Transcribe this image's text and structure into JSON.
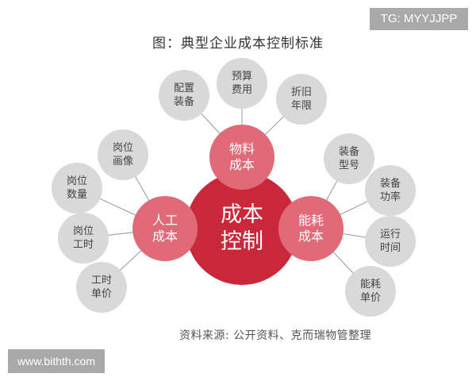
{
  "watermarks": {
    "top_right": "TG: MYYJJPP",
    "bottom_left": "www.bithth.com"
  },
  "title": "图：典型企业成本控制标准",
  "source": "资料来源: 公开资料、克而瑞物管整理",
  "colors": {
    "core": "#c8283a",
    "mid": "#e16a79",
    "leaf": "#d9d9d9",
    "connector": "#999999"
  },
  "core": {
    "line1": "成本",
    "line2": "控制"
  },
  "branches": {
    "material": {
      "line1": "物料",
      "line2": "成本",
      "leaves": [
        {
          "line1": "配置",
          "line2": "装备"
        },
        {
          "line1": "预算",
          "line2": "费用"
        },
        {
          "line1": "折旧",
          "line2": "年限"
        }
      ]
    },
    "labor": {
      "line1": "人工",
      "line2": "成本",
      "leaves": [
        {
          "line1": "岗位",
          "line2": "画像"
        },
        {
          "line1": "岗位",
          "line2": "数量"
        },
        {
          "line1": "岗位",
          "line2": "工时"
        },
        {
          "line1": "工时",
          "line2": "单价"
        }
      ]
    },
    "energy": {
      "line1": "能耗",
      "line2": "成本",
      "leaves": [
        {
          "line1": "装备",
          "line2": "型号"
        },
        {
          "line1": "装备",
          "line2": "功率"
        },
        {
          "line1": "运行",
          "line2": "时间"
        },
        {
          "line1": "能耗",
          "line2": "单价"
        }
      ]
    }
  }
}
